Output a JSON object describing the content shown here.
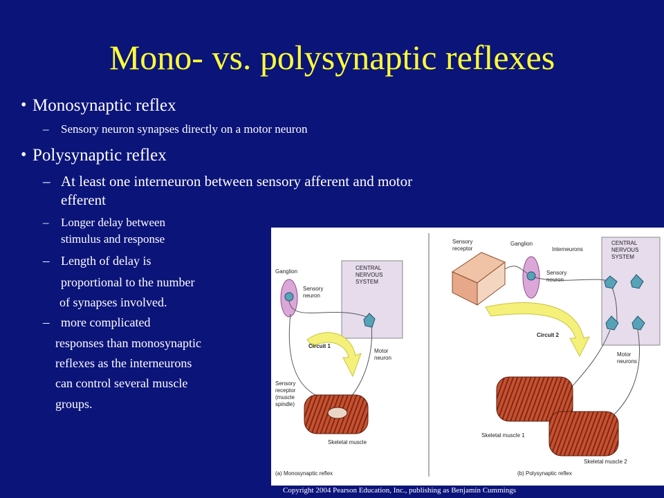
{
  "title": "Mono- vs. polysynaptic reflexes",
  "bullets": {
    "b1": "Monosynaptic reflex",
    "b1_sub1": "Sensory neuron synapses directly on a motor neuron",
    "b2": "Polysynaptic reflex",
    "b2_sub1_l1": "At least one interneuron between sensory afferent and motor",
    "b2_sub1_l2": "efferent",
    "b2_sub2_l1": "Longer delay between",
    "b2_sub2_l2": "stimulus and response",
    "b2_sub3_l1": "Length of delay is",
    "b2_sub3_l2": "proportional to the number",
    "b2_sub3_l3": "of synapses involved.",
    "b2_sub4_l1": "more complicated",
    "b2_sub4_l2": "responses than monosynaptic",
    "b2_sub4_l3": "reflexes as the interneurons",
    "b2_sub4_l4": "can control several muscle",
    "b2_sub4_l5": "groups."
  },
  "bullet_mark": "•",
  "dash_mark": "–",
  "figure": {
    "a": {
      "ganglion": "Ganglion",
      "sensory_neuron_1": "Sensory",
      "sensory_neuron_2": "neuron",
      "cns_1": "CENTRAL",
      "cns_2": "NERVOUS",
      "cns_3": "SYSTEM",
      "circuit": "Circuit 1",
      "motor_1": "Motor",
      "motor_2": "neuron",
      "receptor_1": "Sensory",
      "receptor_2": "receptor",
      "receptor_3": "(muscle",
      "receptor_4": "spindle)",
      "muscle": "Skeletal muscle",
      "caption": "(a) Monosynaptic reflex"
    },
    "b": {
      "receptor_1": "Sensory",
      "receptor_2": "receptor",
      "ganglion": "Ganglion",
      "interneurons": "Interneurons",
      "cns_1": "CENTRAL",
      "cns_2": "NERVOUS",
      "cns_3": "SYSTEM",
      "sensory_neuron_1": "Sensory",
      "sensory_neuron_2": "neuron",
      "circuit": "Circuit 2",
      "motor_1": "Motor",
      "motor_2": "neurons",
      "muscle1": "Skeletal muscle 1",
      "muscle2": "Skeletal muscle 2",
      "caption": "(b) Polysynaptic reflex"
    }
  },
  "copyright": "Copyright 2004 Pearson Education, Inc., publishing as Benjamin Cummings"
}
